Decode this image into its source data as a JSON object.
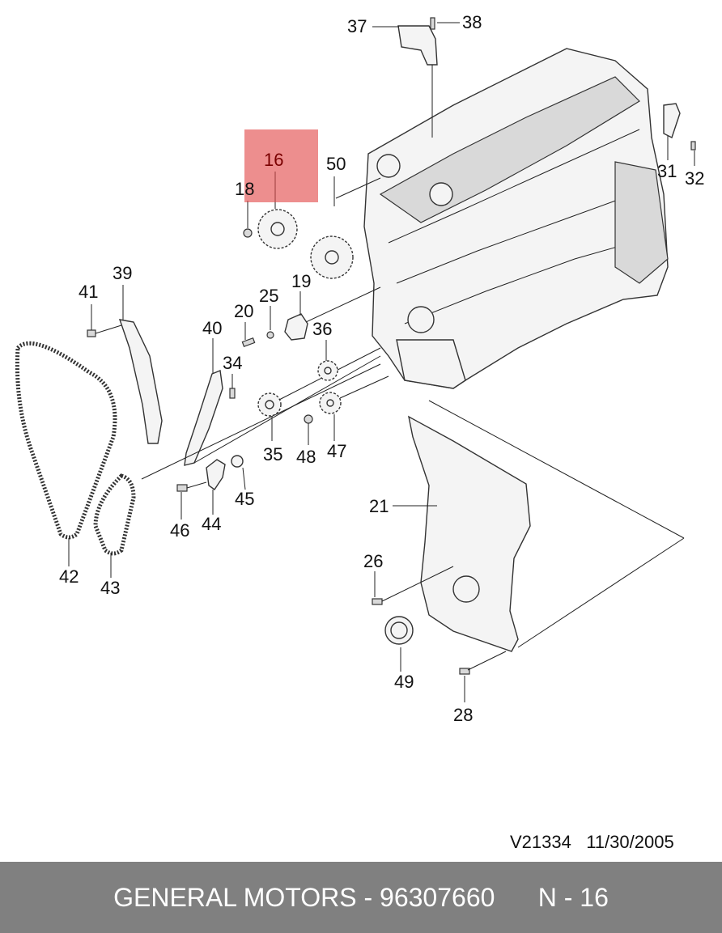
{
  "diagram": {
    "callouts": [
      {
        "id": "16",
        "label": "16",
        "highlighted": true
      },
      {
        "id": "18",
        "label": "18"
      },
      {
        "id": "50",
        "label": "50"
      },
      {
        "id": "37",
        "label": "37"
      },
      {
        "id": "38",
        "label": "38"
      },
      {
        "id": "31",
        "label": "31"
      },
      {
        "id": "32",
        "label": "32"
      },
      {
        "id": "39",
        "label": "39"
      },
      {
        "id": "41",
        "label": "41"
      },
      {
        "id": "25",
        "label": "25"
      },
      {
        "id": "19",
        "label": "19"
      },
      {
        "id": "20",
        "label": "20"
      },
      {
        "id": "40",
        "label": "40"
      },
      {
        "id": "36",
        "label": "36"
      },
      {
        "id": "34",
        "label": "34"
      },
      {
        "id": "35",
        "label": "35"
      },
      {
        "id": "48",
        "label": "48"
      },
      {
        "id": "47",
        "label": "47"
      },
      {
        "id": "45",
        "label": "45"
      },
      {
        "id": "44",
        "label": "44"
      },
      {
        "id": "46",
        "label": "46"
      },
      {
        "id": "42",
        "label": "42"
      },
      {
        "id": "43",
        "label": "43"
      },
      {
        "id": "21",
        "label": "21"
      },
      {
        "id": "26",
        "label": "26"
      },
      {
        "id": "49",
        "label": "49"
      },
      {
        "id": "28",
        "label": "28"
      }
    ],
    "highlight_color": "#e24848"
  },
  "drawing": {
    "code": "V21334",
    "date": "11/30/2005"
  },
  "footer": {
    "brand": "GENERAL MOTORS",
    "separator": "-",
    "part_number": "96307660",
    "ref": "N - 16",
    "background": "#808080"
  }
}
